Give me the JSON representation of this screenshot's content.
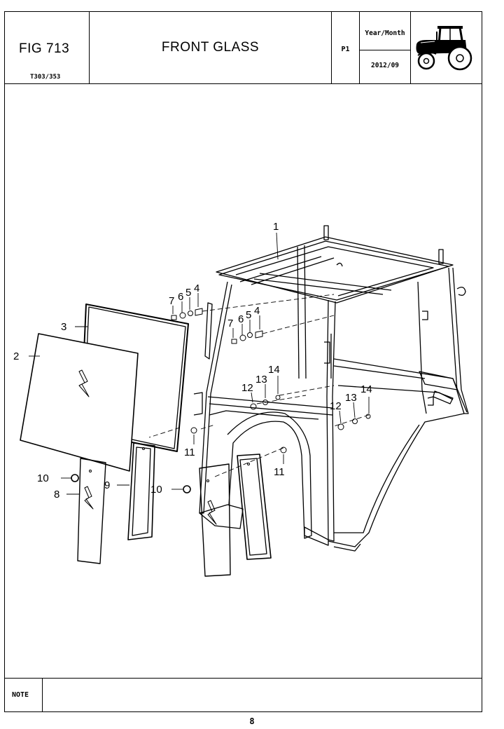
{
  "header": {
    "fig": "FIG 713",
    "model": "T303/353",
    "title": "FRONT GLASS",
    "page_code": "P1",
    "year_month_label": "Year/Month",
    "date": "2012/09"
  },
  "callouts": [
    "1",
    "2",
    "3",
    "4",
    "5",
    "6",
    "7",
    "4",
    "5",
    "6",
    "7",
    "8",
    "9",
    "10",
    "10",
    "11",
    "11",
    "12",
    "13",
    "14",
    "12",
    "13",
    "14"
  ],
  "note": {
    "label": "NOTE",
    "text": ""
  },
  "page_number": "8",
  "icons": {
    "logo": "tractor-icon"
  }
}
